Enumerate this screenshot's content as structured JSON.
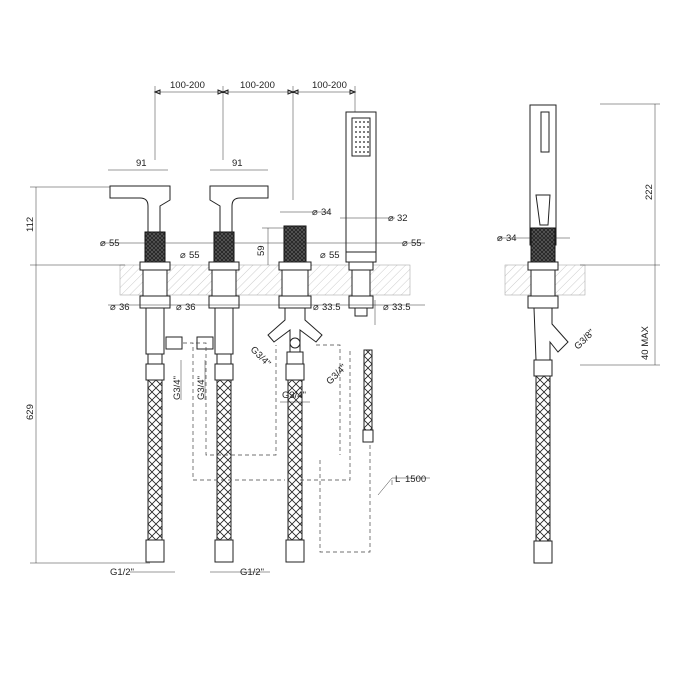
{
  "dimensions": {
    "spacing_1": "100-200",
    "spacing_2": "100-200",
    "spacing_3": "100-200",
    "width_1": "91",
    "width_2": "91",
    "height_112": "112",
    "height_629": "629",
    "height_59": "59",
    "dia_34_top": "34",
    "dia_32": "32",
    "dia_55_a": "55",
    "dia_55_b": "55",
    "dia_55_c": "55",
    "dia_55_d": "55",
    "dia_36_a": "36",
    "dia_36_b": "36",
    "dia_33_5_a": "33.5",
    "dia_33_5_b": "33.5",
    "thread_g34_a": "G3/4\"",
    "thread_g34_b": "G3/4\"",
    "thread_g34_c": "G3/4\"",
    "thread_g34_d": "G3/4\"",
    "thread_g34_e": "G3/4\"",
    "thread_g12_a": "G1/2\"",
    "thread_g12_b": "G1/2\"",
    "hose_label": "L",
    "hose_length": "1500",
    "side_222": "222",
    "side_dia_34": "34",
    "side_g38": "G3/8\"",
    "side_40max": "40 MAX"
  },
  "symbols": {
    "diameter": "⌀"
  },
  "colors": {
    "line": "#222222",
    "knurl": "#3a3a3a",
    "hatch": "#999999"
  }
}
